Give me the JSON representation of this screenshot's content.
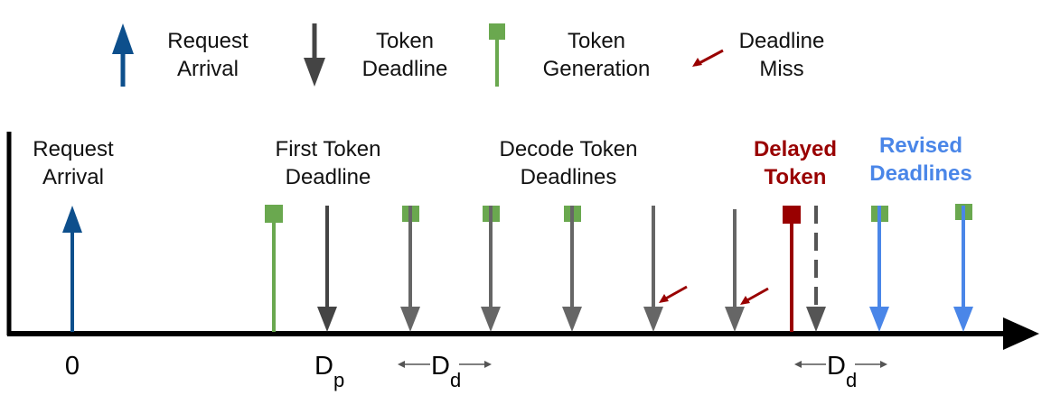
{
  "legend": {
    "request_arrival": [
      "Request",
      "Arrival"
    ],
    "token_deadline": [
      "Token",
      "Deadline"
    ],
    "token_generation": [
      "Token",
      "Generation"
    ],
    "deadline_miss": [
      "Deadline",
      "Miss"
    ]
  },
  "labels": {
    "request_arrival": [
      "Request",
      "Arrival"
    ],
    "first_token_deadline": [
      "First Token",
      "Deadline"
    ],
    "decode_token_deadlines": [
      "Decode Token",
      "Deadlines"
    ],
    "delayed_token": [
      "Delayed",
      "Token"
    ],
    "revised_deadlines": [
      "Revised",
      "Deadlines"
    ]
  },
  "axis": {
    "zero": "0",
    "dp_main": "D",
    "dp_sub": "p",
    "dd_main": "D",
    "dd_sub": "d"
  },
  "colors": {
    "arrival_blue": "#0d4f8c",
    "deadline_dark": "#444444",
    "deadline_gray": "#666666",
    "generation_green": "#6aa84f",
    "miss_red": "#990000",
    "revised_blue": "#4a86e8",
    "axis_black": "#000000"
  }
}
